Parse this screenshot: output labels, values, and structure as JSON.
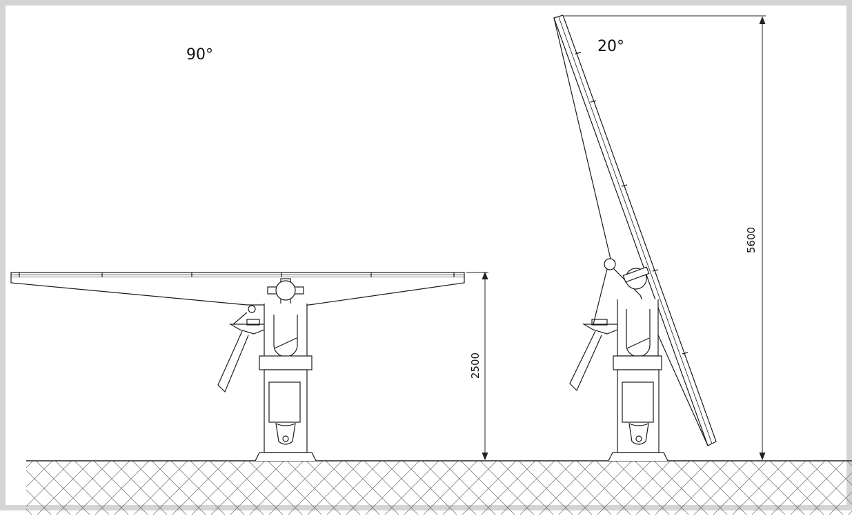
{
  "diagram": {
    "labels": {
      "angle_left": "90°",
      "angle_right": "20°",
      "dim_left": "2500",
      "dim_right": "5600"
    },
    "colors": {
      "line": "#1a1a1a",
      "frame": "#d4d4d4",
      "ground_hatch": "#555555",
      "background": "#ffffff"
    }
  }
}
